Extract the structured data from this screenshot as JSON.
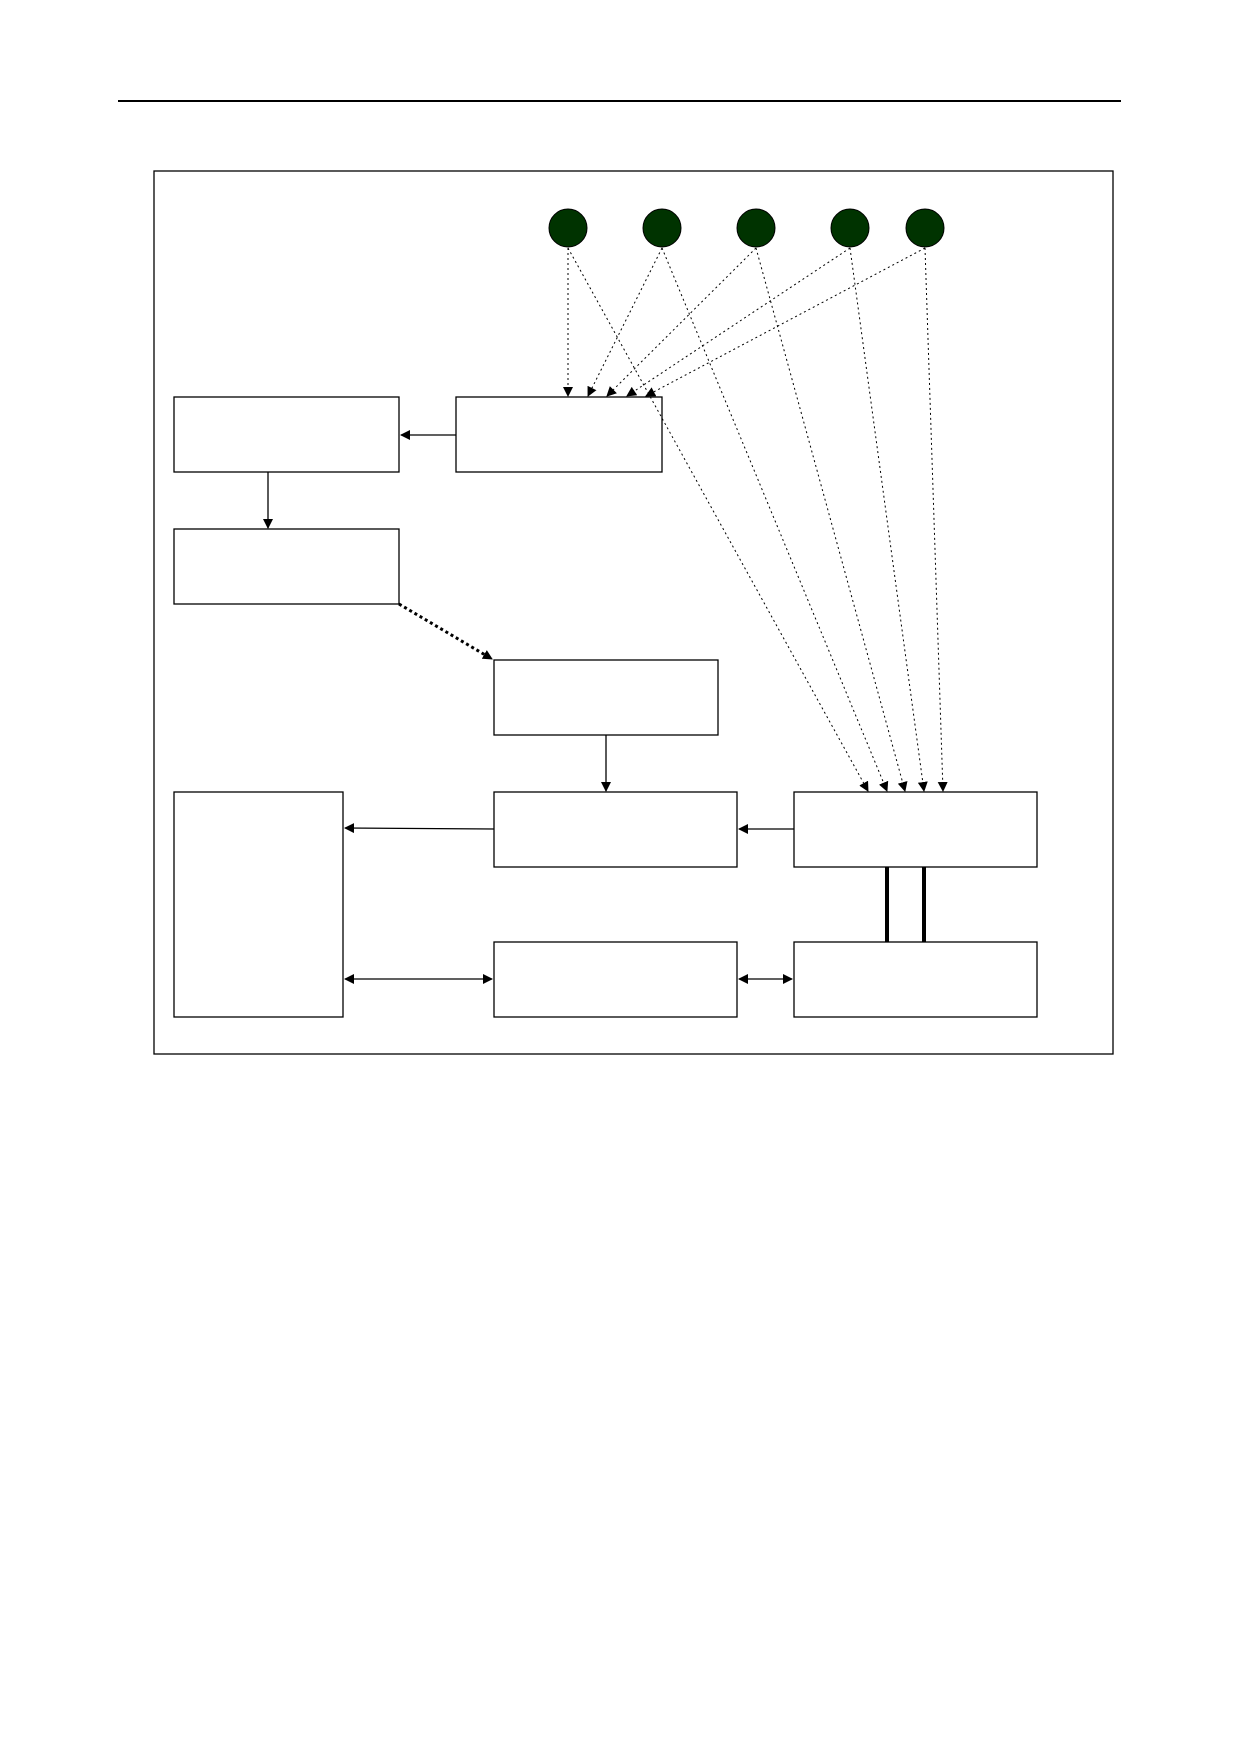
{
  "page": {
    "background": "#ffffff",
    "header_rule_color": "#000000"
  },
  "diagram": {
    "frame_color": "#000000",
    "node_fill": "#003300",
    "nodes": [
      {
        "id": "sensor-1",
        "shape": "circle",
        "label": ""
      },
      {
        "id": "sensor-2",
        "shape": "circle",
        "label": ""
      },
      {
        "id": "sensor-3",
        "shape": "circle",
        "label": ""
      },
      {
        "id": "sensor-4",
        "shape": "circle",
        "label": ""
      },
      {
        "id": "sensor-5",
        "shape": "circle",
        "label": ""
      },
      {
        "id": "box-a",
        "shape": "rect",
        "label": ""
      },
      {
        "id": "box-b",
        "shape": "rect",
        "label": ""
      },
      {
        "id": "box-c",
        "shape": "rect",
        "label": ""
      },
      {
        "id": "box-d",
        "shape": "rect",
        "label": ""
      },
      {
        "id": "box-e",
        "shape": "rect",
        "label": ""
      },
      {
        "id": "box-f",
        "shape": "rect",
        "label": ""
      },
      {
        "id": "box-g",
        "shape": "rect",
        "label": ""
      },
      {
        "id": "box-h",
        "shape": "rect",
        "label": ""
      },
      {
        "id": "box-i",
        "shape": "rect",
        "label": ""
      }
    ],
    "edges": [
      {
        "from": "sensor-1",
        "to": "box-b",
        "style": "dotted"
      },
      {
        "from": "sensor-2",
        "to": "box-b",
        "style": "dotted"
      },
      {
        "from": "sensor-3",
        "to": "box-b",
        "style": "dotted"
      },
      {
        "from": "sensor-4",
        "to": "box-b",
        "style": "dotted"
      },
      {
        "from": "sensor-5",
        "to": "box-b",
        "style": "dotted"
      },
      {
        "from": "sensor-1",
        "to": "box-g",
        "style": "dotted"
      },
      {
        "from": "sensor-2",
        "to": "box-g",
        "style": "dotted"
      },
      {
        "from": "sensor-3",
        "to": "box-g",
        "style": "dotted"
      },
      {
        "from": "sensor-4",
        "to": "box-g",
        "style": "dotted"
      },
      {
        "from": "sensor-5",
        "to": "box-g",
        "style": "dotted"
      },
      {
        "from": "box-b",
        "to": "box-a",
        "style": "solid"
      },
      {
        "from": "box-a",
        "to": "box-c",
        "style": "solid"
      },
      {
        "from": "box-c",
        "to": "box-d",
        "style": "dotted-bold"
      },
      {
        "from": "box-d",
        "to": "box-f",
        "style": "solid"
      },
      {
        "from": "box-g",
        "to": "box-f",
        "style": "solid"
      },
      {
        "from": "box-f",
        "to": "box-e",
        "style": "solid"
      },
      {
        "from": "box-e",
        "to": "box-h",
        "style": "solid-bidirectional"
      },
      {
        "from": "box-h",
        "to": "box-i",
        "style": "solid-bidirectional"
      },
      {
        "from": "box-g",
        "to": "box-i",
        "style": "double-bold-line"
      }
    ]
  }
}
